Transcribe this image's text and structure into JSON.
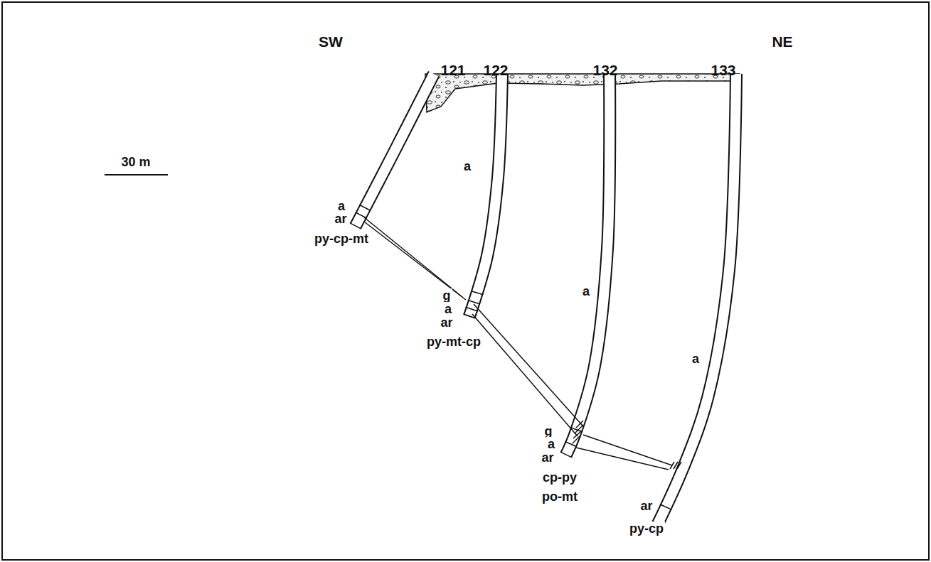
{
  "diagram": {
    "labels": [
      "SW",
      "NE",
      "121",
      "122",
      "132",
      "133",
      "a",
      "ar",
      "py-cp-mt",
      "a",
      "a",
      "a",
      "g",
      "a",
      "ar",
      "py-mt-cp",
      "g",
      "a",
      "ar",
      "cp-py",
      "po-mt",
      "ar",
      "py-cp",
      "30 m"
    ]
  }
}
